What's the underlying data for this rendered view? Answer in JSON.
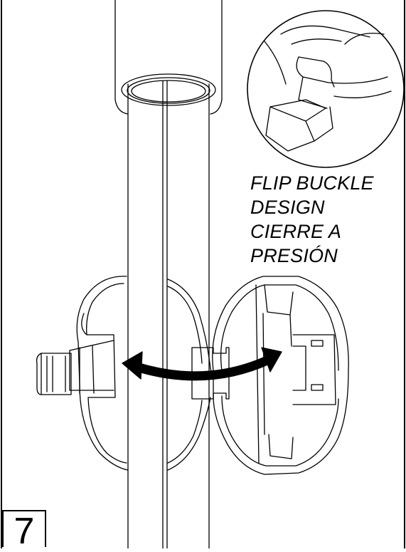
{
  "step": {
    "number": "7"
  },
  "caption": {
    "line1": "FLIP BUCKLE",
    "line2": "DESIGN",
    "line3": "CIERRE A",
    "line4": "PRESIÓN"
  },
  "colors": {
    "ink": "#000000",
    "paper": "#ffffff"
  }
}
